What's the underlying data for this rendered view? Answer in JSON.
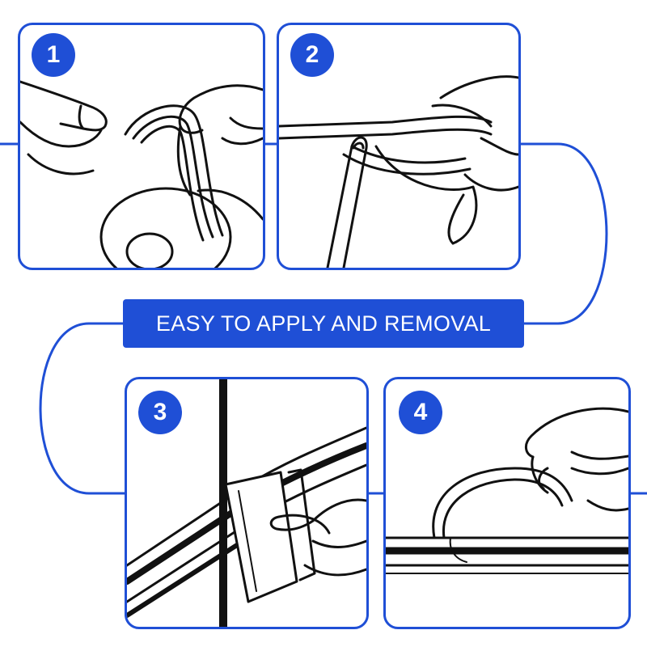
{
  "colors": {
    "accent": "#1f4fd6",
    "line": "#111111",
    "background": "#ffffff"
  },
  "banner": {
    "text": "EASY TO APPLY AND REMOVAL"
  },
  "steps": [
    {
      "number": "1"
    },
    {
      "number": "2"
    },
    {
      "number": "3"
    },
    {
      "number": "4"
    }
  ]
}
